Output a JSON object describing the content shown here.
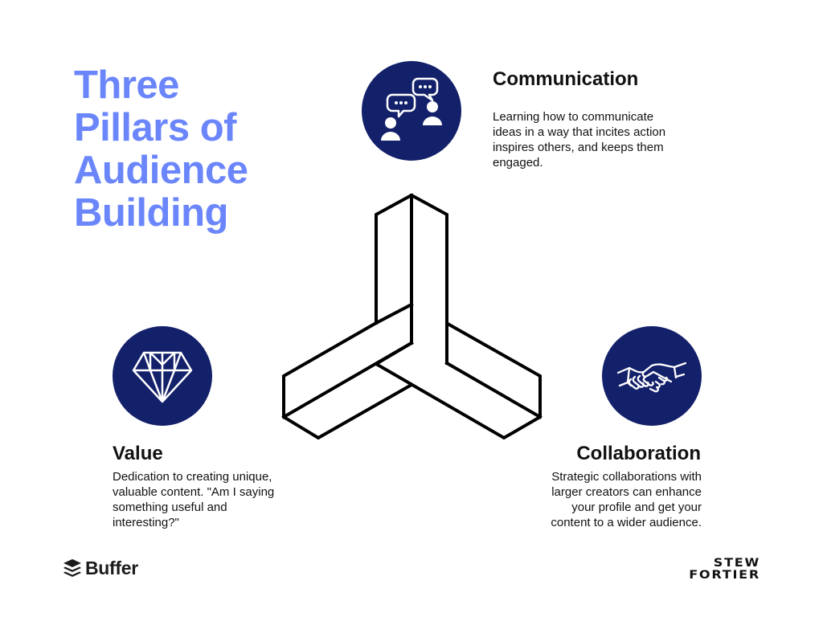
{
  "title": {
    "lines": [
      "Three",
      "Pillars of",
      "Audience",
      "Building"
    ],
    "color": "#6b86fb"
  },
  "colors": {
    "circle_fill": "#13206a",
    "icon_stroke": "#ffffff",
    "text": "#111111",
    "shape_stroke": "#000000"
  },
  "pillars": {
    "communication": {
      "heading": "Communication",
      "icon": "chat-people-icon",
      "description_lines": [
        "Learning how to communicate",
        "ideas in a way that incites action",
        "inspires others, and keeps them",
        "engaged."
      ]
    },
    "value": {
      "heading": "Value",
      "icon": "diamond-icon",
      "description_lines": [
        "Dedication to creating unique,",
        "valuable content. \"Am I saying",
        "something useful and",
        "interesting?\""
      ]
    },
    "collaboration": {
      "heading": "Collaboration",
      "icon": "handshake-icon",
      "description_lines": [
        "Strategic collaborations with",
        "larger creators can enhance",
        "your profile and get your",
        "content to a wider audience."
      ]
    }
  },
  "center_graphic": {
    "icon": "impossible-tripod-icon"
  },
  "footer": {
    "left_logo": {
      "icon": "buffer-stack-icon",
      "text": "Buffer"
    },
    "right_logo": {
      "lines": [
        "STEW",
        "FORTIER"
      ]
    }
  }
}
